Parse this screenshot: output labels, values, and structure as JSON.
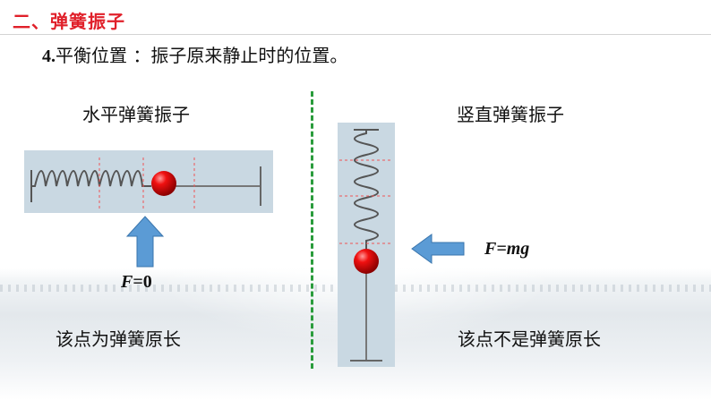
{
  "header": {
    "section_title": "二、弹簧振子"
  },
  "subtitle": {
    "number": "4.",
    "text": "平衡位置 ：振子原来静止时的位置。"
  },
  "horizontal": {
    "title": "水平弹簧振子",
    "force_var": "F",
    "force_rest": "=0",
    "caption": "该点为弹簧原长"
  },
  "vertical": {
    "title": "竖直弹簧振子",
    "force_var": "F",
    "force_rest": "=mg",
    "caption": "该点不是弹簧原长"
  },
  "colors": {
    "accent_red": "#e0202a",
    "divider_green": "#2a9c3c",
    "arrow_blue": "#5b9bd5",
    "panel": "#c9d8e2",
    "ball": "#e00000"
  }
}
